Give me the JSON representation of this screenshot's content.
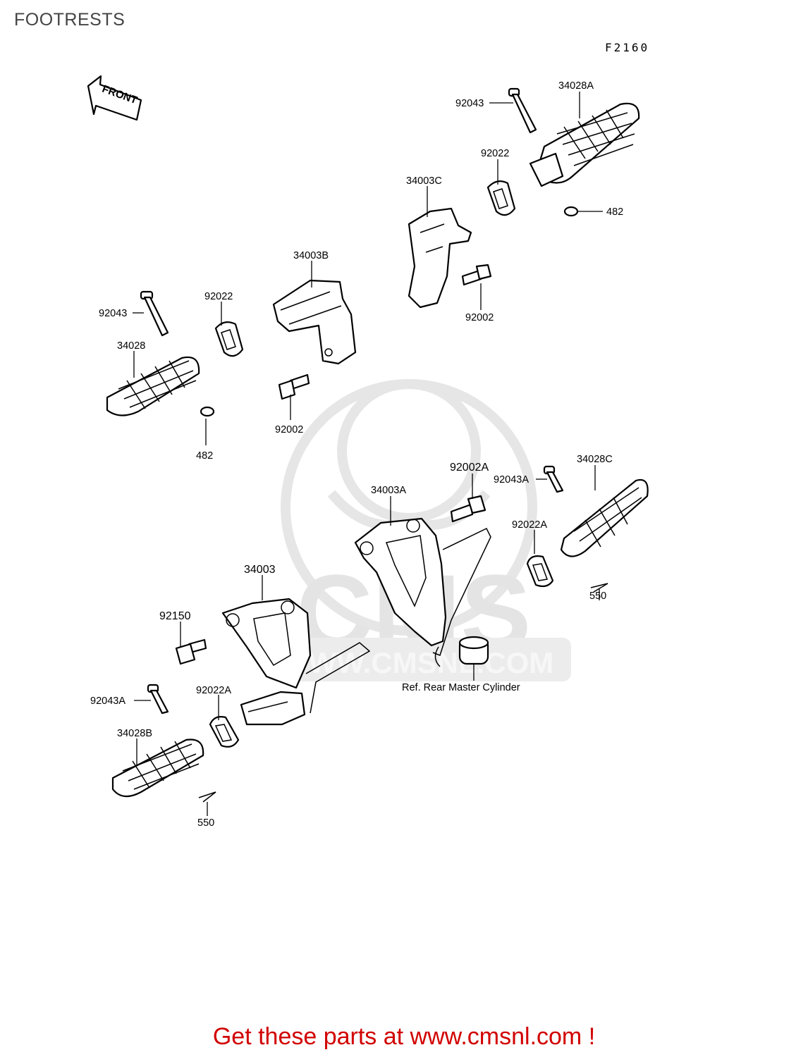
{
  "page": {
    "title": "FOOTRESTS",
    "figure_code": "F2160",
    "footer_text": "Get these parts at www.cmsnl.com !"
  },
  "front_arrow": {
    "label": "FRONT"
  },
  "reference_note": "Ref. Rear Master Cylinder",
  "watermark": {
    "text": "WWW.CMSNL.COM",
    "letters": "CMS"
  },
  "colors": {
    "footer": "#d10000",
    "watermark": "#e6e6e6",
    "line": "#000000"
  },
  "parts": [
    {
      "number": "92043"
    },
    {
      "number": "34028A"
    },
    {
      "number": "92022"
    },
    {
      "number": "34003C"
    },
    {
      "number": "482"
    },
    {
      "number": "34003B"
    },
    {
      "number": "92002"
    },
    {
      "number": "92043"
    },
    {
      "number": "92022"
    },
    {
      "number": "34028"
    },
    {
      "number": "92002"
    },
    {
      "number": "482"
    },
    {
      "number": "92002A"
    },
    {
      "number": "92043A"
    },
    {
      "number": "34028C"
    },
    {
      "number": "34003A"
    },
    {
      "number": "92022A"
    },
    {
      "number": "550"
    },
    {
      "number": "34003"
    },
    {
      "number": "92150"
    },
    {
      "number": "92043A"
    },
    {
      "number": "92022A"
    },
    {
      "number": "34028B"
    },
    {
      "number": "550"
    }
  ]
}
